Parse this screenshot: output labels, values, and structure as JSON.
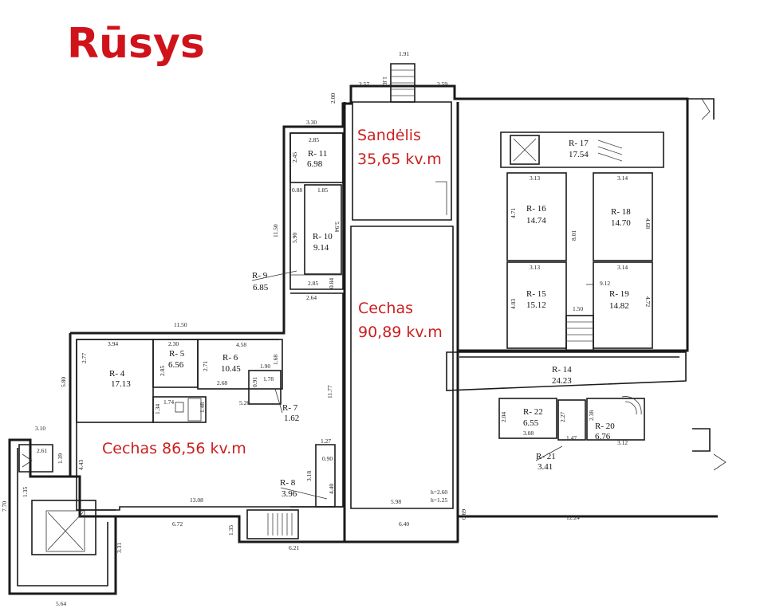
{
  "title": "Rūsys",
  "areas": {
    "sandelis": [
      "Sandėlis",
      "35,65 kv.m"
    ],
    "cechas1": [
      "Cechas",
      "90,89 kv.m"
    ],
    "cechas2": "Cechas 86,56 kv.m"
  },
  "rooms": {
    "r4": [
      "R- 4",
      "17.13"
    ],
    "r5": [
      "R- 5",
      "6.56"
    ],
    "r6": [
      "R- 6",
      "10.45"
    ],
    "r7": [
      "R- 7",
      "1.62"
    ],
    "r8": [
      "R- 8",
      "3.96"
    ],
    "r9": [
      "R- 9",
      "6.85"
    ],
    "r10": [
      "R- 10",
      "9.14"
    ],
    "r11": [
      "R- 11",
      "6.98"
    ],
    "r14": [
      "R- 14",
      "24.23"
    ],
    "r15": [
      "R- 15",
      "15.12"
    ],
    "r16": [
      "R- 16",
      "14.74"
    ],
    "r17": [
      "R- 17",
      "17.54"
    ],
    "r18": [
      "R- 18",
      "14.70"
    ],
    "r19": [
      "R- 19",
      "14.82"
    ],
    "r20": [
      "R- 20",
      "6.76"
    ],
    "r21": [
      "R- 21",
      "3.41"
    ],
    "r22": [
      "R- 22",
      "6.55"
    ]
  },
  "dims": {
    "d191": "1.91",
    "d182": "1.82",
    "d257": "2.57",
    "d259": "2.59",
    "d200": "2.00",
    "d330": "3.30",
    "d285a": "2.85",
    "d245": "2.45",
    "d088": "0.88",
    "d185": "1.85",
    "d590": "5.90",
    "d594": "5.94",
    "d1150a": "11.50",
    "d285b": "2.85",
    "d084": "0.84",
    "d264": "2.64",
    "d1150b": "11.50",
    "d394": "3.94",
    "d230": "2.30",
    "d458": "4.58",
    "d277": "2.77",
    "d285c": "2.85",
    "d271": "2.71",
    "d168": "1.68",
    "d190": "1.90",
    "d580": "5.80",
    "d091": "0.91",
    "d178": "1.78",
    "d268": "2.68",
    "d174": "1.74",
    "d134": "1.34",
    "d148": "1.48",
    "d526": "5.26",
    "d1177": "11.77",
    "d310": "3.10",
    "d261": "2.61",
    "d139": "1.39",
    "d443": "4.43",
    "d127": "1.27",
    "d090": "0.90",
    "d318": "3.18",
    "d440": "4.40",
    "d135a": "1.35",
    "d770": "7.70",
    "d1308": "13.08",
    "d672": "6.72",
    "d135b": "1.35",
    "d621": "6.21",
    "d331": "3.31",
    "d564": "5.64",
    "d598": "5.98",
    "dh": "h=2.60",
    "dh2": "h=1.25",
    "d640": "6.40",
    "d069": "0.69",
    "d1224": "12.24",
    "d313a": "3.13",
    "d314a": "3.14",
    "d471": "4.71",
    "d801": "8.01",
    "d468": "4.68",
    "d313b": "3.13",
    "d314b": "3.14",
    "d912": "9.12",
    "d483": "4.83",
    "d472": "4.72",
    "d150": "1.50",
    "d204": "2.04",
    "d308": "3.08",
    "d227": "2.27",
    "d147": "1.47",
    "d238": "2.38",
    "d312": "3.12"
  }
}
